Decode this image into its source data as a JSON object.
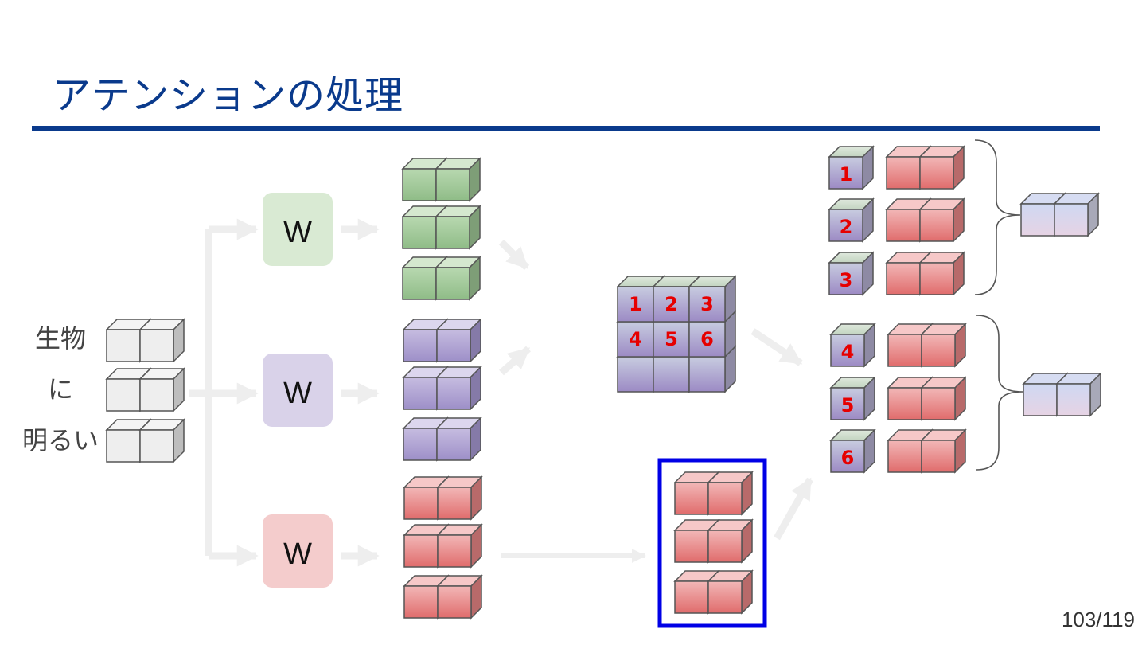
{
  "title": "アテンションの処理",
  "page_number": "103/119",
  "input_tokens": [
    "生物",
    "に",
    "明るい"
  ],
  "weight_label": "W",
  "score_numbers": [
    "1",
    "2",
    "3",
    "4",
    "5",
    "6"
  ],
  "colors": {
    "title": "#0a3a8c",
    "highlight_box": "#0000e6",
    "weight_query": "#d9ead3",
    "weight_key": "#d9d2e9",
    "weight_value": "#f4cccc",
    "number_text": "#e60000"
  }
}
